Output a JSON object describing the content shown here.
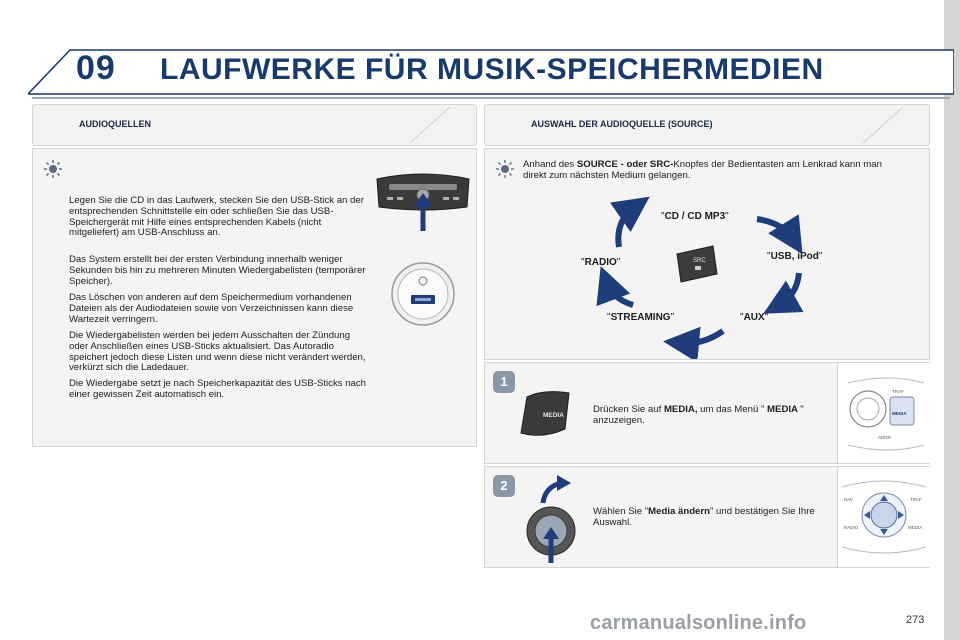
{
  "header": {
    "chapter": "09",
    "title": "LAUFWERKE FÜR MUSIK-SPEICHERMEDIEN"
  },
  "left": {
    "heading": "AUDIOQUELLEN",
    "paragraphs": [
      "Legen Sie die CD in das Laufwerk, stecken Sie den USB-Stick an der entsprechenden Schnittstelle ein oder schließen Sie das USB-Speichergerät mit Hilfe eines entsprechenden Kabels (nicht mitgeliefert) am USB-Anschluss an.",
      "Das System erstellt bei der ersten Verbindung innerhalb weniger Sekunden bis hin zu mehreren Minuten Wiedergabelisten (temporärer Speicher).",
      "Das Löschen von anderen auf dem Speichermedium vorhandenen Dateien als der Audiodateien sowie von Verzeichnissen kann diese Wartezeit verringern.",
      "Die Wiedergabelisten werden bei jedem Ausschalten der Zündung oder Anschließen eines USB-Sticks aktualisiert. Das Autoradio speichert jedoch diese Listen und wenn diese nicht verändert werden, verkürzt sich die Ladedauer.",
      "Die Wiedergabe setzt je nach Speicherkapazität des USB-Sticks nach einer gewissen Zeit automatisch ein."
    ]
  },
  "right": {
    "heading": "AUSWAHL DER AUDIOQUELLE (SOURCE)",
    "intro_pre": "Anhand des ",
    "intro_bold": "SOURCE - oder SRC-",
    "intro_post": "Knopfes der Bedientasten am Lenkrad kann man direkt zum nächsten Medium gelangen.",
    "cycle": {
      "cd": "CD / CD MP3",
      "usb": "USB, iPod",
      "aux": "AUX",
      "streaming": "STREAMING",
      "radio": "RADIO",
      "src_button": "SRC"
    },
    "steps": [
      {
        "number": "1",
        "text_pre": "Drücken Sie auf ",
        "text_bold1": "MEDIA,",
        "text_mid": " um das Menü \"",
        "text_bold2": " MEDIA ",
        "text_post": "\" anzuzeigen.",
        "button_label": "MEDIA"
      },
      {
        "number": "2",
        "text_pre": "Wählen Sie \"",
        "text_bold": "Media ändern",
        "text_post": "\" und bestätigen Sie Ihre Auswahl."
      }
    ],
    "panel_labels": {
      "traf": "TRAF",
      "media": "MEDIA",
      "nav": "NAV",
      "radio": "RADIO",
      "addr": "ADDR"
    }
  },
  "page_number": "273",
  "watermark": "carmanualsonline.info",
  "colors": {
    "title": "#1a3a6b",
    "arrow": "#1f3d7a",
    "badge": "#8a97a6",
    "panel": "#f4f4f4"
  }
}
